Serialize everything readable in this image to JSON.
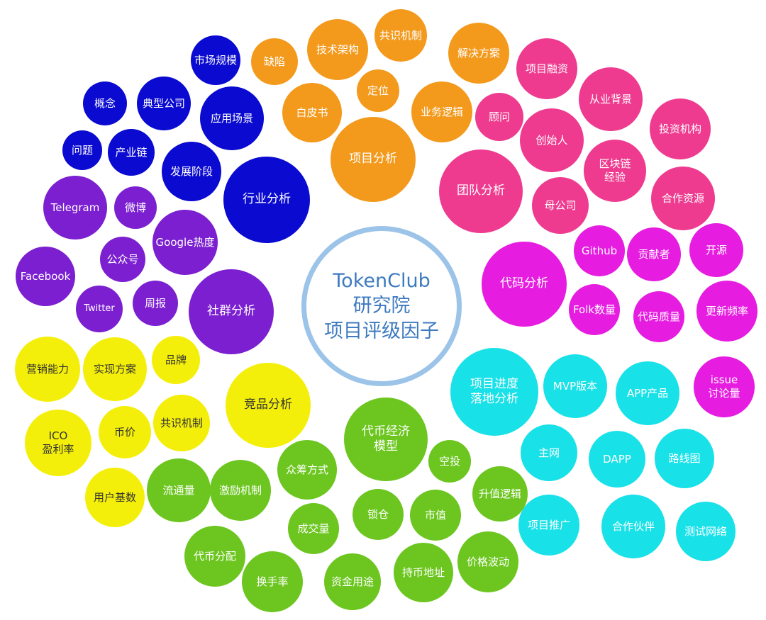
{
  "center": {
    "title": "TokenClub",
    "line2": "研究院",
    "line3": "项目评级因子"
  },
  "colors": {
    "project": "#f39a1d",
    "team": "#ee3b8f",
    "industry": "#0a0ad0",
    "community": "#7b1fd0",
    "code": "#e61ce0",
    "progress": "#19e1e8",
    "competition": "#f4ef0a",
    "token": "#6cc61f"
  },
  "bubbles": [
    {
      "label": "缺陷",
      "group": "project"
    },
    {
      "label": "技术架构",
      "group": "project"
    },
    {
      "label": "共识机制",
      "group": "project"
    },
    {
      "label": "解决方案",
      "group": "project"
    },
    {
      "label": "定位",
      "group": "project"
    },
    {
      "label": "白皮书",
      "group": "project"
    },
    {
      "label": "业务逻辑",
      "group": "project"
    },
    {
      "label": "项目分析",
      "group": "project"
    },
    {
      "label": "项目融资",
      "group": "team"
    },
    {
      "label": "从业背景",
      "group": "team"
    },
    {
      "label": "投资机构",
      "group": "team"
    },
    {
      "label": "顾问",
      "group": "team"
    },
    {
      "label": "创始人",
      "group": "team"
    },
    {
      "label": "区块链\n经验",
      "group": "team"
    },
    {
      "label": "团队分析",
      "group": "team"
    },
    {
      "label": "母公司",
      "group": "team"
    },
    {
      "label": "合作资源",
      "group": "team"
    },
    {
      "label": "市场规模",
      "group": "industry"
    },
    {
      "label": "概念",
      "group": "industry"
    },
    {
      "label": "典型公司",
      "group": "industry"
    },
    {
      "label": "应用场景",
      "group": "industry"
    },
    {
      "label": "问题",
      "group": "industry"
    },
    {
      "label": "产业链",
      "group": "industry"
    },
    {
      "label": "发展阶段",
      "group": "industry"
    },
    {
      "label": "行业分析",
      "group": "industry"
    },
    {
      "label": "Telegram",
      "group": "community"
    },
    {
      "label": "微博",
      "group": "community"
    },
    {
      "label": "Google热度",
      "group": "community"
    },
    {
      "label": "公众号",
      "group": "community"
    },
    {
      "label": "Facebook",
      "group": "community"
    },
    {
      "label": "Twitter",
      "group": "community"
    },
    {
      "label": "周报",
      "group": "community"
    },
    {
      "label": "社群分析",
      "group": "community"
    },
    {
      "label": "Github",
      "group": "code"
    },
    {
      "label": "贡献者",
      "group": "code"
    },
    {
      "label": "开源",
      "group": "code"
    },
    {
      "label": "代码分析",
      "group": "code"
    },
    {
      "label": "Folk数量",
      "group": "code"
    },
    {
      "label": "代码质量",
      "group": "code"
    },
    {
      "label": "更新频率",
      "group": "code"
    },
    {
      "label": "issue\n讨论量",
      "group": "code"
    },
    {
      "label": "项目进度\n落地分析",
      "group": "progress"
    },
    {
      "label": "MVP版本",
      "group": "progress"
    },
    {
      "label": "APP产品",
      "group": "progress"
    },
    {
      "label": "主网",
      "group": "progress"
    },
    {
      "label": "DAPP",
      "group": "progress"
    },
    {
      "label": "路线图",
      "group": "progress"
    },
    {
      "label": "项目推广",
      "group": "progress"
    },
    {
      "label": "合作伙伴",
      "group": "progress"
    },
    {
      "label": "测试网络",
      "group": "progress"
    },
    {
      "label": "营销能力",
      "group": "competition"
    },
    {
      "label": "实现方案",
      "group": "competition"
    },
    {
      "label": "品牌",
      "group": "competition"
    },
    {
      "label": "竞品分析",
      "group": "competition"
    },
    {
      "label": "ICO\n盈利率",
      "group": "competition"
    },
    {
      "label": "币价",
      "group": "competition"
    },
    {
      "label": "共识机制",
      "group": "competition"
    },
    {
      "label": "用户基数",
      "group": "competition"
    },
    {
      "label": "代币经济\n模型",
      "group": "token"
    },
    {
      "label": "空投",
      "group": "token"
    },
    {
      "label": "众筹方式",
      "group": "token"
    },
    {
      "label": "流通量",
      "group": "token"
    },
    {
      "label": "激励机制",
      "group": "token"
    },
    {
      "label": "升值逻辑",
      "group": "token"
    },
    {
      "label": "锁仓",
      "group": "token"
    },
    {
      "label": "市值",
      "group": "token"
    },
    {
      "label": "成交量",
      "group": "token"
    },
    {
      "label": "代币分配",
      "group": "token"
    },
    {
      "label": "价格波动",
      "group": "token"
    },
    {
      "label": "持币地址",
      "group": "token"
    },
    {
      "label": "资金用途",
      "group": "token"
    },
    {
      "label": "换手率",
      "group": "token"
    }
  ]
}
